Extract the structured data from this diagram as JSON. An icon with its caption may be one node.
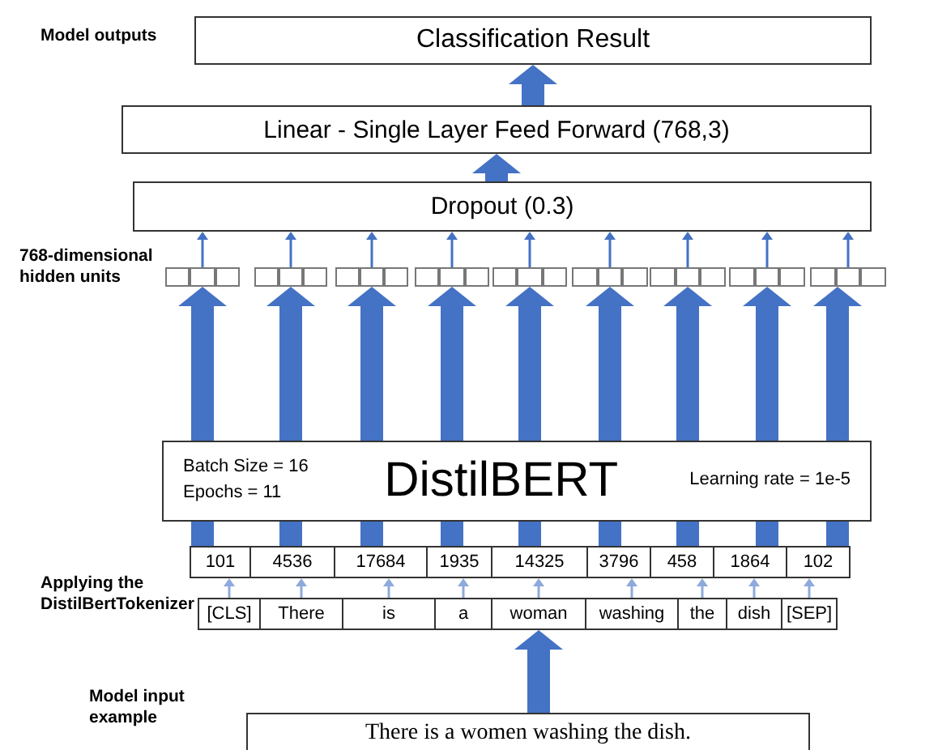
{
  "diagram": {
    "nodes": [
      {
        "text": [
          "Classification Result"
        ]
      },
      {
        "text": [
          "Linear - Single Layer Feed Forward (768,3)"
        ]
      },
      {
        "text": [
          "Dropout (0.3)"
        ]
      },
      {
        "text": [],
        "shape": "box"
      },
      {
        "text": [],
        "shape": "box"
      },
      {
        "text": [],
        "shape": "box"
      },
      {
        "text": [],
        "shape": "box"
      },
      {
        "text": [],
        "shape": "box"
      },
      {
        "text": [],
        "shape": "box"
      },
      {
        "text": [],
        "shape": "box"
      },
      {
        "text": [],
        "shape": "box"
      },
      {
        "text": [],
        "shape": "box"
      },
      {
        "text": [
          "Batch Size = 16 Epochs = 11",
          "DistilBERT",
          "Learning rate = 1e-5"
        ]
      },
      {
        "text": [
          "101"
        ]
      },
      {
        "text": [
          "4536"
        ]
      },
      {
        "text": [
          "17684"
        ]
      },
      {
        "text": [
          "1935"
        ]
      },
      {
        "text": [
          "14325"
        ]
      },
      {
        "text": [
          "3796"
        ]
      },
      {
        "text": [
          "458"
        ]
      },
      {
        "text": [
          "1864"
        ]
      },
      {
        "text": [
          "102"
        ]
      },
      {
        "text": [
          "[CLS]"
        ]
      },
      {
        "text": [
          "There"
        ]
      },
      {
        "text": [
          "is"
        ]
      },
      {
        "text": [
          "a"
        ]
      },
      {
        "text": [
          "woman"
        ]
      },
      {
        "text": [
          "washing"
        ]
      },
      {
        "text": [
          "the"
        ]
      },
      {
        "text": [
          "dish"
        ]
      },
      {
        "text": [
          "[SEP]"
        ]
      },
      {
        "text": [
          "There is a women washing the dish."
        ]
      }
    ],
    "edges": [
      {
        "from": 1,
        "to": 0,
        "arrow": "to"
      },
      {
        "from": 2,
        "to": 1,
        "arrow": "to"
      },
      {
        "from": 3,
        "to": 2,
        "arrow": "to"
      },
      {
        "from": 4,
        "to": 2,
        "arrow": "to"
      },
      {
        "from": 5,
        "to": 2,
        "arrow": "to"
      },
      {
        "from": 6,
        "to": 2,
        "arrow": "to"
      },
      {
        "from": 7,
        "to": 2,
        "arrow": "to"
      },
      {
        "from": 8,
        "to": 2,
        "arrow": "to"
      },
      {
        "from": 9,
        "to": 2,
        "arrow": "to"
      },
      {
        "from": 10,
        "to": 2,
        "arrow": "to"
      },
      {
        "from": 11,
        "to": 2,
        "arrow": "to"
      },
      {
        "from": 12,
        "to": 3,
        "arrow": "to"
      },
      {
        "from": 12,
        "to": 4,
        "arrow": "to"
      },
      {
        "from": 12,
        "to": 5,
        "arrow": "to"
      },
      {
        "from": 12,
        "to": 6,
        "arrow": "to"
      },
      {
        "from": 12,
        "to": 7,
        "arrow": "to"
      },
      {
        "from": 12,
        "to": 8,
        "arrow": "to"
      },
      {
        "from": 12,
        "to": 9,
        "arrow": "to"
      },
      {
        "from": 12,
        "to": 10,
        "arrow": "to"
      },
      {
        "from": 12,
        "to": 11,
        "arrow": "to"
      },
      {
        "from": 13,
        "to": 12,
        "arrow": "none"
      },
      {
        "from": 14,
        "to": 12,
        "arrow": "none"
      },
      {
        "from": 15,
        "to": 12,
        "arrow": "none"
      },
      {
        "from": 16,
        "to": 12,
        "arrow": "none"
      },
      {
        "from": 17,
        "to": 12,
        "arrow": "none"
      },
      {
        "from": 18,
        "to": 12,
        "arrow": "none"
      },
      {
        "from": 19,
        "to": 12,
        "arrow": "none"
      },
      {
        "from": 20,
        "to": 12,
        "arrow": "none"
      },
      {
        "from": 21,
        "to": 12,
        "arrow": "none"
      },
      {
        "from": 22,
        "to": 13,
        "arrow": "to",
        "color": "#8eaadb"
      },
      {
        "from": 23,
        "to": 14,
        "arrow": "to",
        "color": "#8eaadb"
      },
      {
        "from": 24,
        "to": 15,
        "arrow": "to",
        "color": "#8eaadb"
      },
      {
        "from": 25,
        "to": 16,
        "arrow": "to",
        "color": "#8eaadb"
      },
      {
        "from": 26,
        "to": 17,
        "arrow": "to",
        "color": "#8eaadb"
      },
      {
        "from": 27,
        "to": 18,
        "arrow": "to",
        "color": "#8eaadb"
      },
      {
        "from": 28,
        "to": 19,
        "arrow": "to",
        "color": "#8eaadb"
      },
      {
        "from": 29,
        "to": 20,
        "arrow": "to",
        "color": "#8eaadb"
      },
      {
        "from": 30,
        "to": 21,
        "arrow": "to",
        "color": "#8eaadb"
      },
      {
        "from": 31,
        "to": 26,
        "arrow": "to"
      }
    ],
    "labels": [
      "Model outputs",
      "768-dimensional hidden units",
      "Applying the DistilBertTokenizer",
      "Model input example"
    ]
  }
}
